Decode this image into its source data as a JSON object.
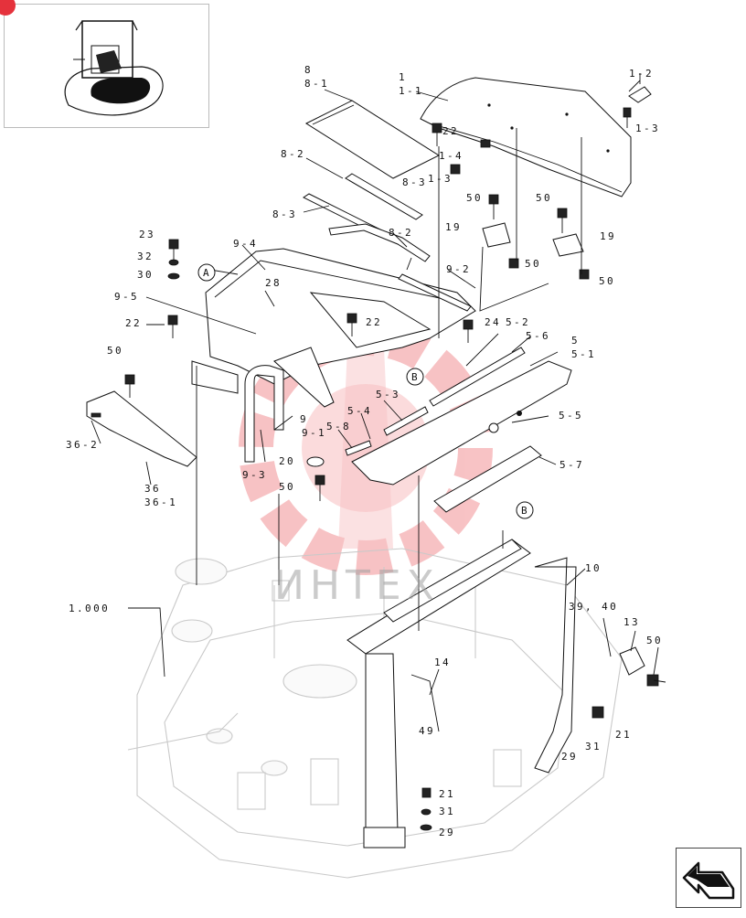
{
  "watermark": {
    "text": "ИНТЕХ",
    "color": "#e8434a"
  },
  "badge": {
    "color": "#e5323c"
  },
  "thumbnail": {
    "alt": "machine-overview"
  },
  "nav": {
    "icon": "return-arrow-icon"
  },
  "callouts": {
    "A": "A",
    "B1": "B",
    "B2": "B"
  },
  "labels": {
    "l8": "8",
    "l8_1": "8-1",
    "l8_2a": "8-2",
    "l8_3a": "8-3",
    "l8_3b": "8-3",
    "l8_2b": "8-2",
    "l1": "1",
    "l1_1": "1-1",
    "l1_2": "1-2",
    "l1_3a": "1-3",
    "l1_3b": "1-3",
    "l1_4": "1-4",
    "l22a": "22",
    "l22b": "22",
    "l22c": "22",
    "l24": "24",
    "l50a": "50",
    "l50b": "50",
    "l50c": "50",
    "l50d": "50",
    "l50e": "50",
    "l50f": "50",
    "l50g": "50",
    "l19a": "19",
    "l19b": "19",
    "l23": "23",
    "l32": "32",
    "l30": "30",
    "l9_4": "9-4",
    "l9_5": "9-5",
    "l9_2": "9-2",
    "l28": "28",
    "l9": "9",
    "l9_1": "9-1",
    "l9_3": "9-3",
    "l5_2": "5-2",
    "l5_6": "5-6",
    "l5": "5",
    "l5_1": "5-1",
    "l5_3": "5-3",
    "l5_4": "5-4",
    "l5_5": "5-5",
    "l5_8": "5-8",
    "l5_7": "5-7",
    "l20": "20",
    "l36_2": "36-2",
    "l36": "36",
    "l36_1": "36-1",
    "l10": "10",
    "l39_40": "39, 40",
    "l13": "13",
    "l14": "14",
    "l49": "49",
    "l21a": "21",
    "l21b": "21",
    "l29a": "29",
    "l29b": "29",
    "l31a": "31",
    "l31b": "31",
    "l1_000": "1.000"
  }
}
